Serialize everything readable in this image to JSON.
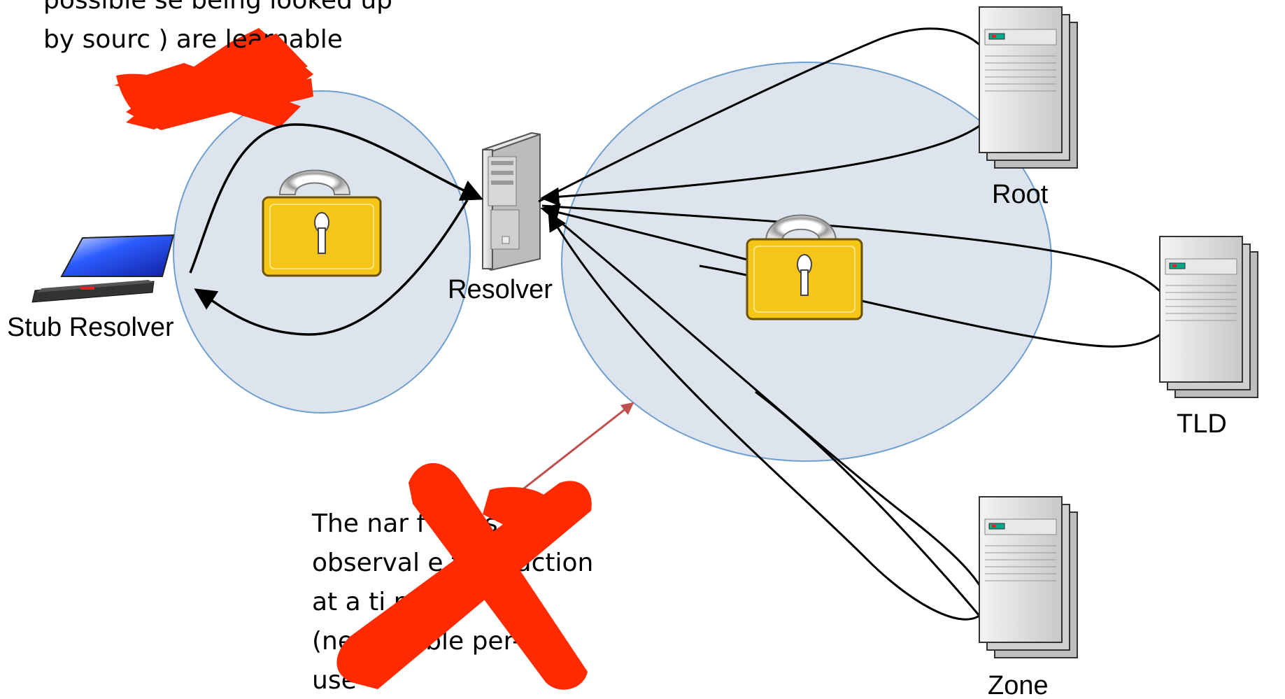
{
  "labels": {
    "stub_resolver": "Stub Resolver",
    "resolver": "Resolver",
    "root": "Root",
    "tld": "TLD",
    "zone": "Zone"
  },
  "notes": {
    "top_line1": "possible se        being looked up",
    "top_line2": "by sourc         ) are learnable",
    "bottom_line1": "The nar        f        vices are",
    "bottom_line2": "observal        e transaction",
    "bottom_line3": "at a ti              not",
    "bottom_line4": "(ne                      ntifiable per-",
    "bottom_line5": "use"
  },
  "colors": {
    "bubble_fill": "#dde4ee",
    "bubble_stroke": "#6f9fcf",
    "lock_body": "#f5c518",
    "cross": "#ff2a00",
    "pointer_arrow": "#c0504d"
  }
}
